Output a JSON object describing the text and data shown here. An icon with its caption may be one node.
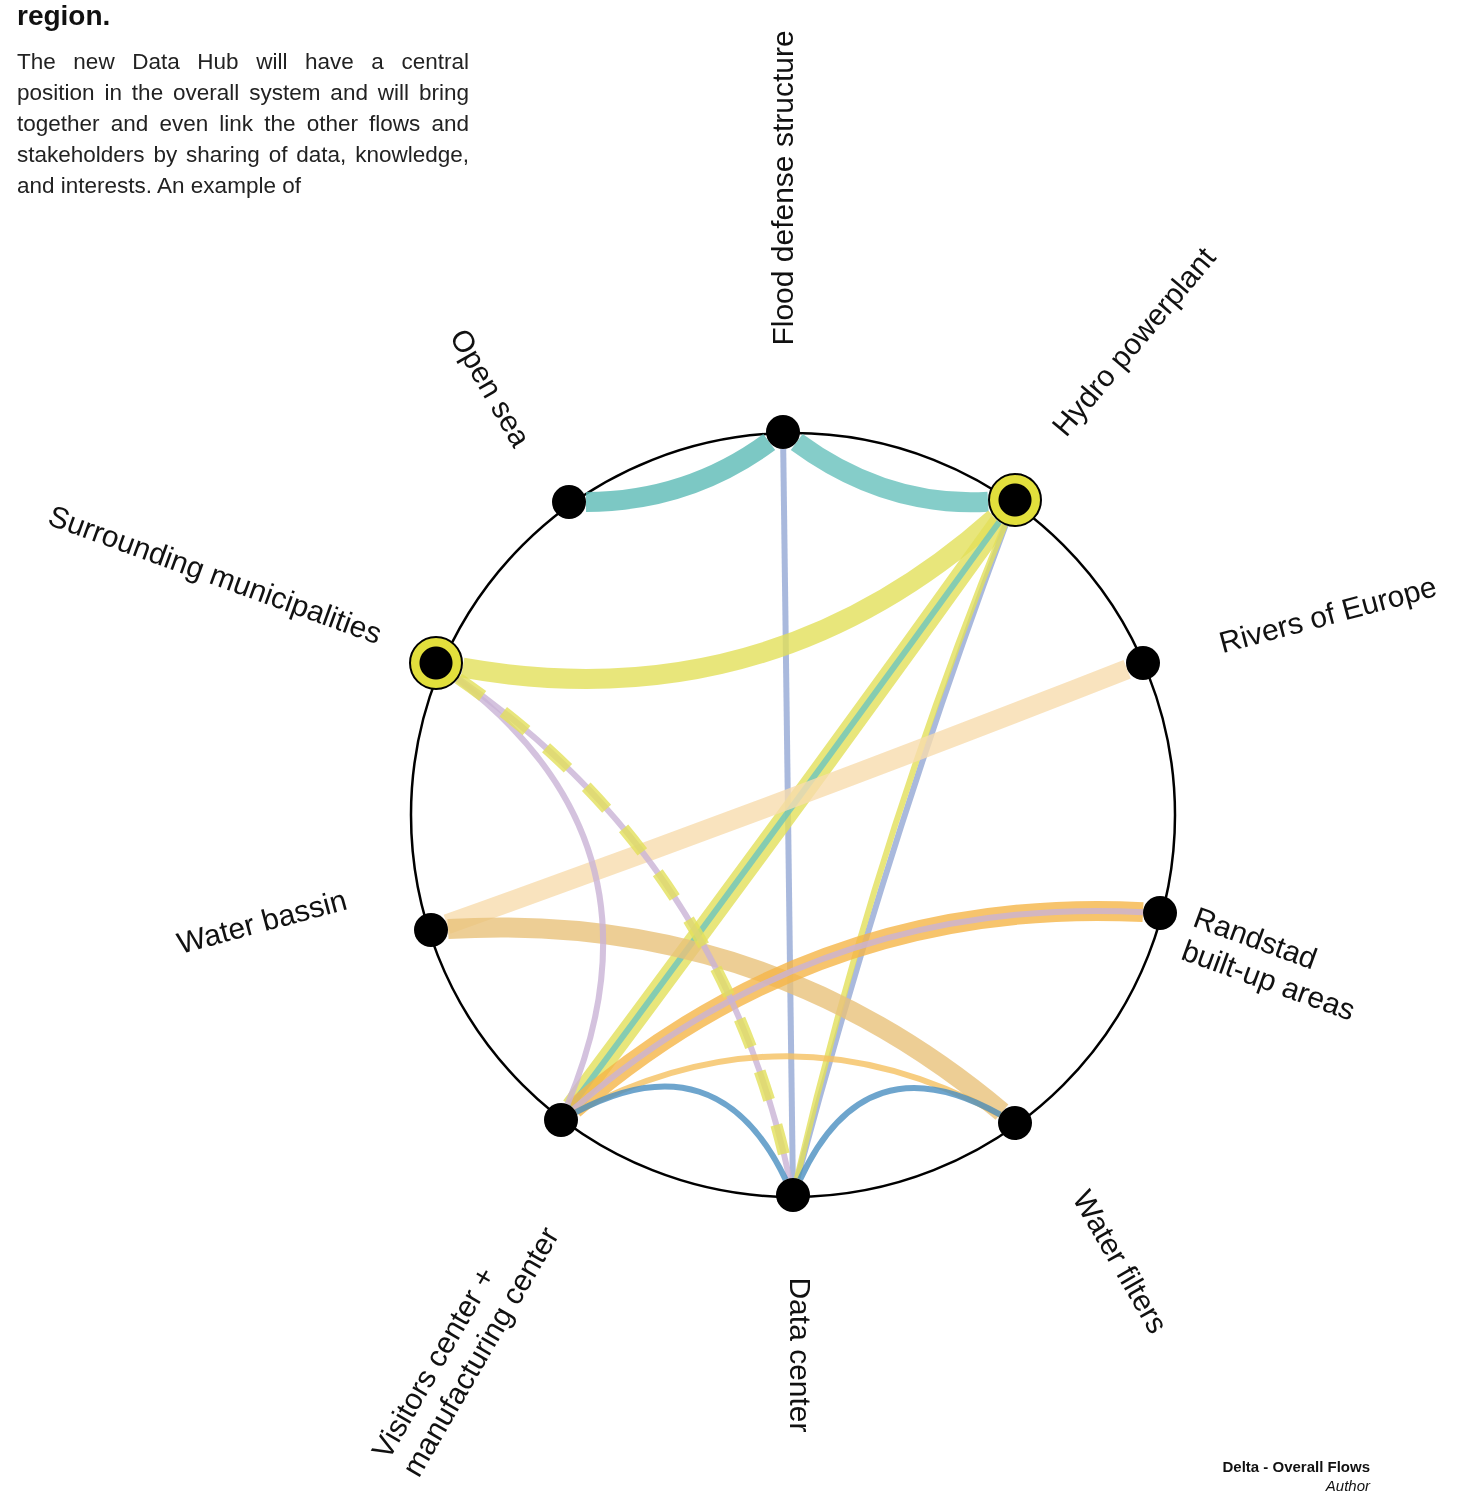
{
  "diagram": {
    "nodes": [
      {
        "text": [
          "Flood defense structure"
        ]
      },
      {
        "text": [
          "Hydro powerplant"
        ]
      },
      {
        "text": [
          "Rivers of Europe"
        ]
      },
      {
        "text": [
          "Randstad built-up areas"
        ]
      },
      {
        "text": [
          "Water filters"
        ]
      },
      {
        "text": [
          "Data center"
        ]
      },
      {
        "text": [
          "Visitors center + manufacturing center"
        ]
      },
      {
        "text": [
          "Water bassin"
        ]
      },
      {
        "text": [
          "Surrounding municipalities"
        ]
      },
      {
        "text": [
          "Open sea"
        ]
      }
    ],
    "edges": [
      {
        "from": 9,
        "to": 0,
        "arrow": "none",
        "style": "thick",
        "color": "#5bbab5"
      },
      {
        "from": 0,
        "to": 1,
        "arrow": "none",
        "style": "thick",
        "color": "#66c0bc"
      },
      {
        "from": 0,
        "to": 5,
        "arrow": "none",
        "color": "#93a8d4"
      },
      {
        "from": 1,
        "to": 8,
        "arrow": "none",
        "style": "thick",
        "color": "#e2e05a"
      },
      {
        "from": 1,
        "to": 6,
        "arrow": "none",
        "style": "thick",
        "color": "#e2e05a"
      },
      {
        "from": 1,
        "to": 5,
        "arrow": "none",
        "color": "#93a8d4"
      },
      {
        "from": 1,
        "to": 5,
        "arrow": "none",
        "color": "#e2e05a"
      },
      {
        "from": 1,
        "to": 6,
        "arrow": "none",
        "color": "#6cc5bf"
      },
      {
        "from": 2,
        "to": 7,
        "arrow": "none",
        "style": "thick",
        "color": "#f8dcae"
      },
      {
        "from": 7,
        "to": 4,
        "arrow": "none",
        "style": "thick",
        "color": "#e8c27a"
      },
      {
        "from": 3,
        "to": 6,
        "arrow": "none",
        "style": "thick",
        "color": "#f5b547"
      },
      {
        "from": 3,
        "to": 6,
        "arrow": "none",
        "color": "#c9b3d6"
      },
      {
        "from": 8,
        "to": 6,
        "arrow": "none",
        "color": "#c9b3d6"
      },
      {
        "from": 8,
        "to": 5,
        "arrow": "none",
        "color": "#c9b3d6"
      },
      {
        "from": 8,
        "to": 5,
        "arrow": "none",
        "style": "dashed",
        "color": "#e2e05a"
      },
      {
        "from": 6,
        "to": 4,
        "arrow": "none",
        "color": "#f5c060"
      },
      {
        "from": 6,
        "to": 5,
        "arrow": "none",
        "color": "#4a8fc0"
      },
      {
        "from": 5,
        "to": 4,
        "arrow": "none",
        "color": "#4a8fc0"
      }
    ],
    "labels": [
      "region.",
      "The new Data Hub will have a central position in the overall system and will bring together and even link the other flows and stakeholders by sharing of data, knowledge, and interests. An example of",
      "Delta - Overall Flows",
      "Author"
    ]
  }
}
